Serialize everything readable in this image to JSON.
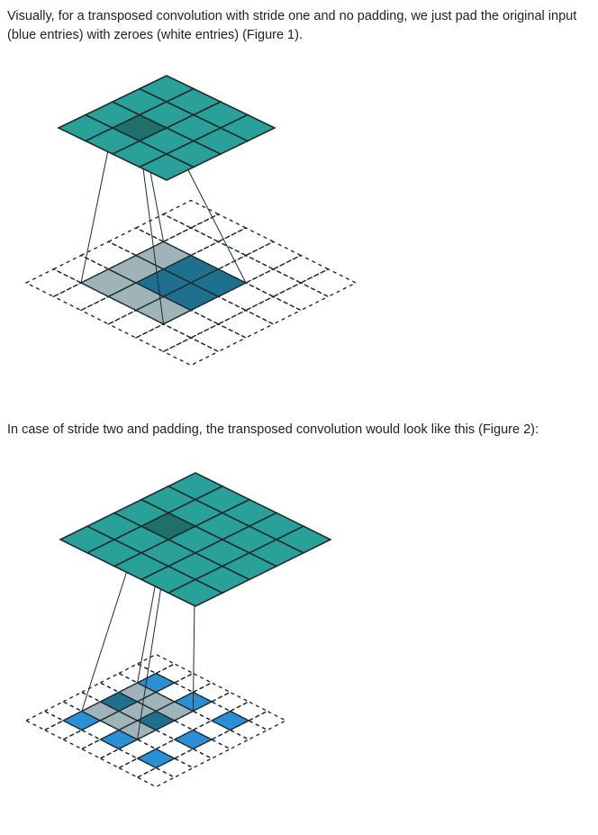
{
  "paragraphs": {
    "intro": "Visually, for a transposed convolution with stride one and no padding, we just pad the original input (blue entries) with zeroes (white entries) (Figure 1).",
    "stride_two": "In case of stride two and padding, the transposed convolution would look like this (Figure 2):"
  },
  "colors": {
    "output_cell": "#2aa198",
    "output_highlight": "#1f6f6b",
    "input_blue": "#2b8fd6",
    "input_blue_dark": "#1d6aa0",
    "kernel_gray": "#9fb3b8",
    "kernel_overlap": "#1f6f8f",
    "outline": "#1e2d33"
  },
  "figure1": {
    "input_size": 2,
    "zero_padding": 2,
    "stride": 1,
    "kernel_size": 3,
    "output_size": 4,
    "kernel_position": [
      1,
      1
    ],
    "highlighted_output_cell": [
      1,
      1
    ]
  },
  "figure2": {
    "input_size": 3,
    "zero_padding": 1,
    "stride": 2,
    "kernel_size": 3,
    "output_size": 5,
    "kernel_position": [
      2,
      1
    ],
    "highlighted_output_cell": [
      2,
      1
    ]
  }
}
